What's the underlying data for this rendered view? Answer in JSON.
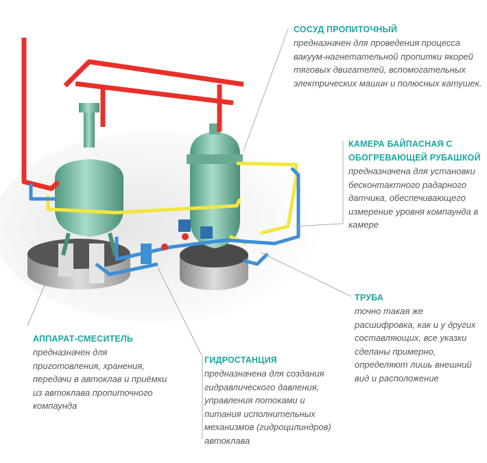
{
  "colors": {
    "accent": "#1aa6a0",
    "text": "#555555",
    "pipe_red": "#e8302a",
    "pipe_yellow": "#f2e640",
    "pipe_blue": "#3d8fd8",
    "vessel": "#7fbfa6"
  },
  "callouts": [
    {
      "title": "СОСУД ПРОПИТОЧНЫЙ",
      "lines": [
        "предназначен для проведения процесса",
        "вакуум-нагнетательной пропитки якорей",
        "тяговых двигателей, вспомогательных",
        "электрических машин и полюсных катушек."
      ]
    },
    {
      "title_lines": [
        "КАМЕРА БАЙПАСНАЯ С",
        "ОБОГРЕВАЮЩЕЙ РУБАШКОЙ"
      ],
      "lines": [
        "предназначена для установки",
        "бесконтактного радарного",
        "датчика, обеспечивающего",
        "измерение уровня компаунда в",
        "камере"
      ]
    },
    {
      "title": "ТРУБА",
      "lines": [
        "точно такая же",
        "расшифровка, как и у других",
        "составляющих, все указки",
        "сделаны примерно,",
        "определяют лишь внешний",
        "вид и расположение"
      ]
    },
    {
      "title": "АППАРАТ-СМЕСИТЕЛЬ",
      "lines": [
        "предназначен для",
        "приготовления, хранения,",
        "передачи в автоклав и приёмки",
        "из автоклава пропиточного",
        "компаунда"
      ]
    },
    {
      "title": "ГИДРОСТАНЦИЯ",
      "lines": [
        "предназначена для создания",
        "гидравлического давления,",
        "управления потоками и",
        "питания исполнительных",
        "механизмов (гидроцилиндров)",
        "автоклава"
      ]
    }
  ]
}
